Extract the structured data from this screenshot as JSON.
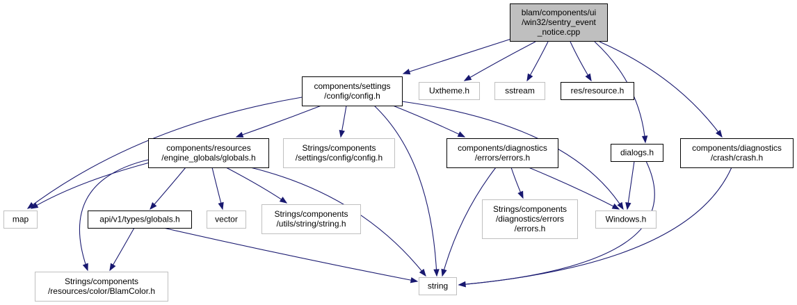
{
  "colors": {
    "edge": "#191970",
    "root_fill": "#bfbfbf",
    "root_border": "#000000",
    "documented_border": "#000000",
    "external_border": "#bfbfbf",
    "node_fill": "#ffffff"
  },
  "nodes": [
    {
      "id": "root",
      "kind": "root",
      "lines": [
        "blam/components/ui",
        "/win32/sentry_event",
        "_notice.cpp"
      ]
    },
    {
      "id": "config",
      "kind": "documented",
      "lines": [
        "components/settings",
        "/config/config.h"
      ]
    },
    {
      "id": "uxtheme",
      "kind": "external",
      "lines": [
        "Uxtheme.h"
      ]
    },
    {
      "id": "sstream",
      "kind": "external",
      "lines": [
        "sstream"
      ]
    },
    {
      "id": "resource",
      "kind": "documented",
      "lines": [
        "res/resource.h"
      ]
    },
    {
      "id": "engine_globals",
      "kind": "documented",
      "lines": [
        "components/resources",
        "/engine_globals/globals.h"
      ]
    },
    {
      "id": "strings_config",
      "kind": "external",
      "lines": [
        "Strings/components",
        "/settings/config/config.h"
      ]
    },
    {
      "id": "errors",
      "kind": "documented",
      "lines": [
        "components/diagnostics",
        "/errors/errors.h"
      ]
    },
    {
      "id": "dialogs",
      "kind": "documented",
      "lines": [
        "dialogs.h"
      ]
    },
    {
      "id": "crash",
      "kind": "documented",
      "lines": [
        "components/diagnostics",
        "/crash/crash.h"
      ]
    },
    {
      "id": "map",
      "kind": "external",
      "lines": [
        "map"
      ]
    },
    {
      "id": "types_globals",
      "kind": "documented",
      "lines": [
        "api/v1/types/globals.h"
      ]
    },
    {
      "id": "vector",
      "kind": "external",
      "lines": [
        "vector"
      ]
    },
    {
      "id": "strings_string",
      "kind": "external",
      "lines": [
        "Strings/components",
        "/utils/string/string.h"
      ]
    },
    {
      "id": "strings_errors",
      "kind": "external",
      "lines": [
        "Strings/components",
        "/diagnostics/errors",
        "/errors.h"
      ]
    },
    {
      "id": "windows",
      "kind": "external",
      "lines": [
        "Windows.h"
      ]
    },
    {
      "id": "blamcolor",
      "kind": "external",
      "lines": [
        "Strings/components",
        "/resources/color/BlamColor.h"
      ]
    },
    {
      "id": "string",
      "kind": "external",
      "lines": [
        "string"
      ]
    }
  ],
  "edges": [
    {
      "from": "root",
      "to": "config"
    },
    {
      "from": "root",
      "to": "uxtheme"
    },
    {
      "from": "root",
      "to": "sstream"
    },
    {
      "from": "root",
      "to": "resource"
    },
    {
      "from": "root",
      "to": "dialogs"
    },
    {
      "from": "root",
      "to": "crash"
    },
    {
      "from": "config",
      "to": "map"
    },
    {
      "from": "config",
      "to": "engine_globals"
    },
    {
      "from": "config",
      "to": "strings_config"
    },
    {
      "from": "config",
      "to": "errors"
    },
    {
      "from": "config",
      "to": "string"
    },
    {
      "from": "config",
      "to": "windows"
    },
    {
      "from": "engine_globals",
      "to": "map"
    },
    {
      "from": "engine_globals",
      "to": "types_globals"
    },
    {
      "from": "engine_globals",
      "to": "vector"
    },
    {
      "from": "engine_globals",
      "to": "strings_string"
    },
    {
      "from": "engine_globals",
      "to": "blamcolor"
    },
    {
      "from": "engine_globals",
      "to": "string"
    },
    {
      "from": "types_globals",
      "to": "blamcolor"
    },
    {
      "from": "types_globals",
      "to": "string"
    },
    {
      "from": "errors",
      "to": "string"
    },
    {
      "from": "errors",
      "to": "strings_errors"
    },
    {
      "from": "errors",
      "to": "windows"
    },
    {
      "from": "dialogs",
      "to": "windows"
    },
    {
      "from": "dialogs",
      "to": "string"
    },
    {
      "from": "crash",
      "to": "string"
    }
  ]
}
